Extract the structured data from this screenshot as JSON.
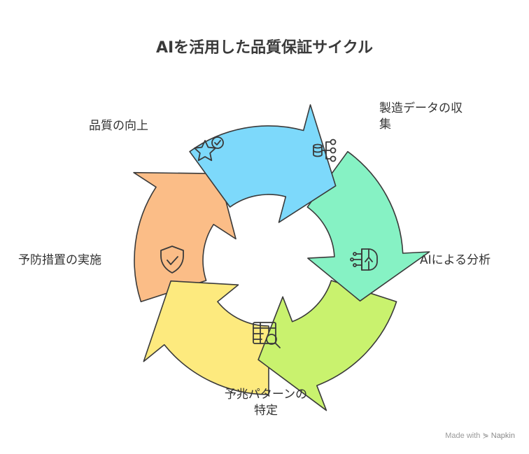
{
  "title": "AIを活用した品質保証サイクル",
  "steps": [
    {
      "label": "製造データの収\n集",
      "color": "#7dd9fb",
      "icon": "database-icon"
    },
    {
      "label": "AIによる分析",
      "color": "#86f2c4",
      "icon": "ai-chip-icon"
    },
    {
      "label": "予兆パターンの\n特定",
      "color": "#c9f26e",
      "icon": "table-search-icon"
    },
    {
      "label": "予防措置の実施",
      "color": "#fdea7e",
      "icon": "shield-check-icon"
    },
    {
      "label": "品質の向上",
      "color": "#fbbd87",
      "icon": "star-check-icon"
    }
  ],
  "watermark": {
    "prefix": "Made with",
    "brand": "Napkin"
  }
}
